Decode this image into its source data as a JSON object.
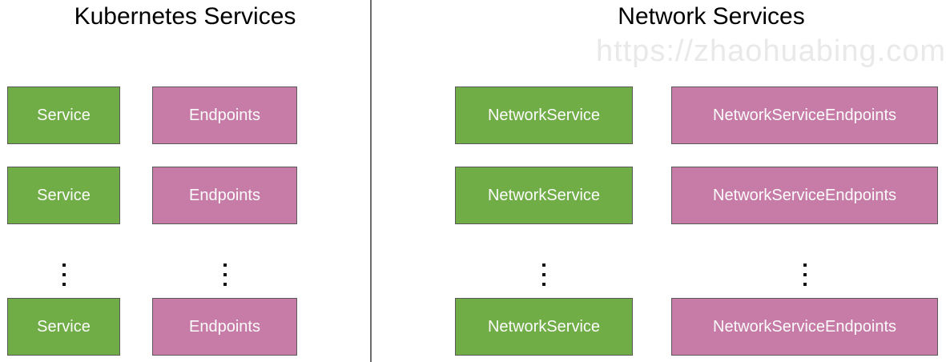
{
  "colors": {
    "green_fill": "#70ad47",
    "pink_fill": "#c67ca7",
    "box_border": "#595959",
    "box_text": "#fbfbfb",
    "title_text": "#000000",
    "watermark": "#e9e9e9",
    "divider": "#6b6b6b",
    "ellipsis_dot": "#111111"
  },
  "left_section": {
    "title": "Kubernetes Services",
    "service_label": "Service",
    "endpoints_label": "Endpoints"
  },
  "right_section": {
    "title": "Network Services",
    "watermark_text": "https://zhaohuabing.com",
    "service_label": "NetworkService",
    "endpoints_label": "NetworkServiceEndpoints"
  }
}
